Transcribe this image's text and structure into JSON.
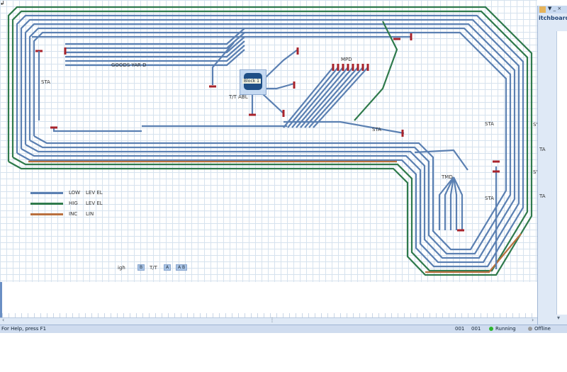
{
  "panel": {
    "title": "itchboard",
    "controls": "▼ _ ×"
  },
  "labels": {
    "goods_yard": "GOODS YAR D",
    "sta_left": "STA",
    "tt_abl": "T/T ABL",
    "block": "Block 1",
    "mpd": "MPD",
    "sta_mid": "STA",
    "tmd": "TMD",
    "sta_right1": "STA",
    "sta_right2": "STA",
    "s_right1": "S'",
    "ta_right1": "TA",
    "s_right2": "S'",
    "ta_right2": "TA"
  },
  "legend": [
    {
      "label1": "LOW",
      "label2": "LEV EL",
      "color": "#5b80b2"
    },
    {
      "label1": "HIG",
      "label2": "LEV EL",
      "color": "#2f7a4c"
    },
    {
      "label1": "INC",
      "label2": "LIN",
      "color": "#b9703e"
    }
  ],
  "bottom_bar": {
    "label": "igh",
    "b1": "B",
    "tt": "T/T",
    "b2": "A",
    "b3": "A B"
  },
  "status": {
    "help": "For Help, press F1",
    "c1": "001",
    "c2": "001",
    "running": "Running",
    "offline": "Offline"
  },
  "colors": {
    "low": "#5b80b2",
    "high": "#2f7a4c",
    "incline": "#b9703e",
    "buffer": "#a8232b"
  }
}
